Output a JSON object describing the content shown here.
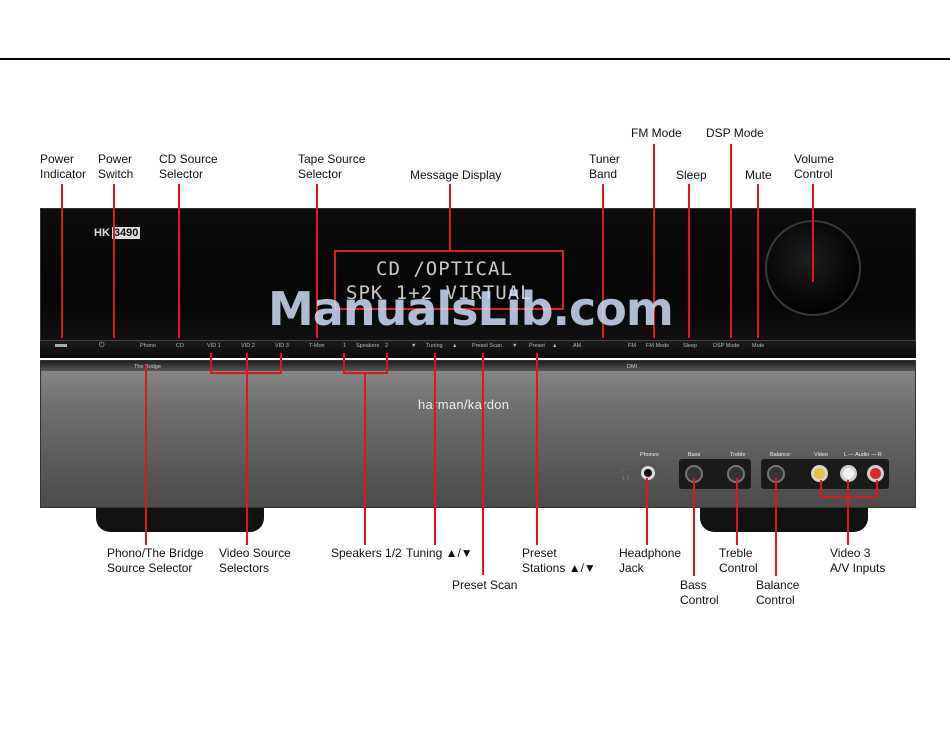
{
  "callouts": {
    "power_indicator": [
      "Power",
      "Indicator"
    ],
    "power_switch": [
      "Power",
      "Switch"
    ],
    "cd_source_selector": [
      "CD Source",
      "Selector"
    ],
    "tape_source_selector": [
      "Tape Source",
      "Selector"
    ],
    "message_display": [
      "Message Display"
    ],
    "tuner_band": [
      "Tuner",
      "Band"
    ],
    "fm_mode": [
      "FM Mode"
    ],
    "dsp_mode": [
      "DSP Mode"
    ],
    "sleep": [
      "Sleep"
    ],
    "mute": [
      "Mute"
    ],
    "volume_control": [
      "Volume",
      "Control"
    ],
    "phono_bridge": [
      "Phono/The Bridge",
      "Source Selector"
    ],
    "video_source_selectors": [
      "Video Source",
      "Selectors"
    ],
    "speakers": [
      "Speakers 1/2"
    ],
    "tuning": [
      "Tuning ▲/▼"
    ],
    "preset_scan": [
      "Preset Scan"
    ],
    "preset_stations": [
      "Preset",
      "Stations ▲/▼"
    ],
    "headphone_jack": [
      "Headphone",
      "Jack"
    ],
    "bass_control": [
      "Bass",
      "Control"
    ],
    "treble_control": [
      "Treble",
      "Control"
    ],
    "balance_control": [
      "Balance",
      "Control"
    ],
    "video3_inputs": [
      "Video 3",
      "A/V Inputs"
    ]
  },
  "device": {
    "model_prefix": "HK",
    "model_number": "3490",
    "brand": "harman/kardon",
    "display_line1": "CD   /OPTICAL",
    "display_line2": "SPK 1+2 VIRTUAL",
    "buttons": {
      "phono": "Phono",
      "cd": "CD",
      "vid1": "VID 1",
      "vid2": "VID 2",
      "vid3": "VID 3",
      "tmon": "T-Mon",
      "spk1": "1",
      "speakers": "Speakers",
      "spk2": "2",
      "tuning": "Tuning",
      "preset_scan": "Preset Scan",
      "preset": "Preset",
      "am": "AM",
      "fm": "FM",
      "fm_mode": "FM Mode",
      "sleep": "Sleep",
      "dsp_mode": "DSP Mode",
      "mute": "Mute"
    },
    "sub_labels": {
      "the_bridge": "The Bridge",
      "dmi": "DMI"
    },
    "jack_labels": {
      "phones": "Phones",
      "bass": "Bass",
      "treble": "Treble",
      "balance": "Balance",
      "video": "Video",
      "audio": "L — Audio — R"
    }
  },
  "watermark": {
    "part1": "Manuals",
    "part2": "Lib",
    "part3": ".com"
  },
  "colors": {
    "callout_line": "#e0161c",
    "display_outline": "#dd2222"
  }
}
